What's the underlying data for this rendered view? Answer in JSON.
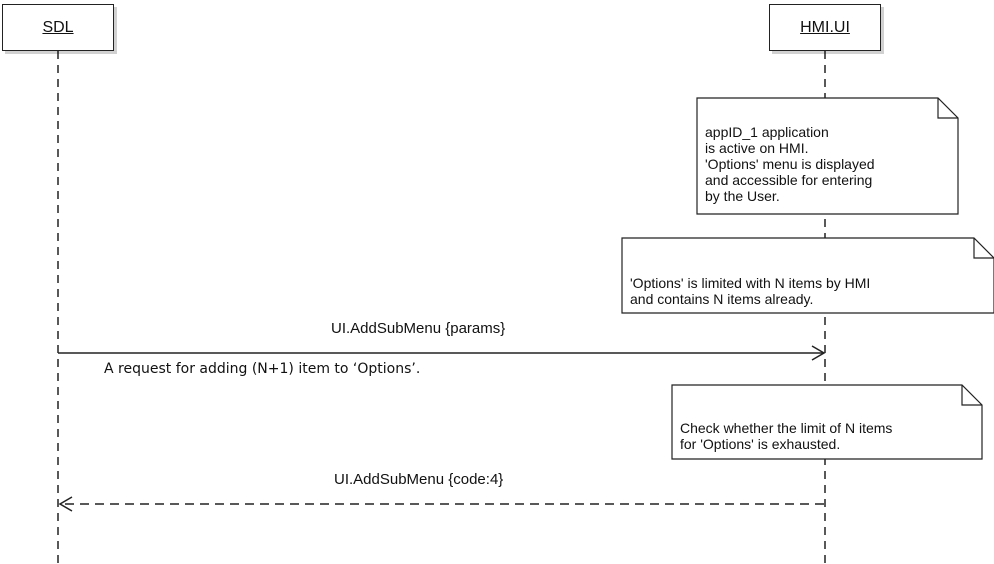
{
  "participants": [
    {
      "id": "sdl",
      "label": "SDL"
    },
    {
      "id": "hmi",
      "label": "HMI.UI"
    }
  ],
  "notes": [
    {
      "id": "note-app-active",
      "text": "appID_1 application\nis active on HMI.\n'Options' menu is displayed\nand accessible for entering\nby the User."
    },
    {
      "id": "note-options-limited",
      "text": "'Options' is limited with N items by HMI\nand contains N items already."
    },
    {
      "id": "note-check-limit",
      "text": "Check whether the limit of N items\nfor 'Options' is exhausted."
    }
  ],
  "messages": [
    {
      "id": "request",
      "from": "SDL",
      "to": "HMI.UI",
      "label": "UI.AddSubMenu {params}",
      "style": "solid",
      "description": "A request for adding (N+1) item to ‘Options’."
    },
    {
      "id": "response",
      "from": "HMI.UI",
      "to": "SDL",
      "label": "UI.AddSubMenu {code:4}",
      "style": "dashed"
    }
  ]
}
